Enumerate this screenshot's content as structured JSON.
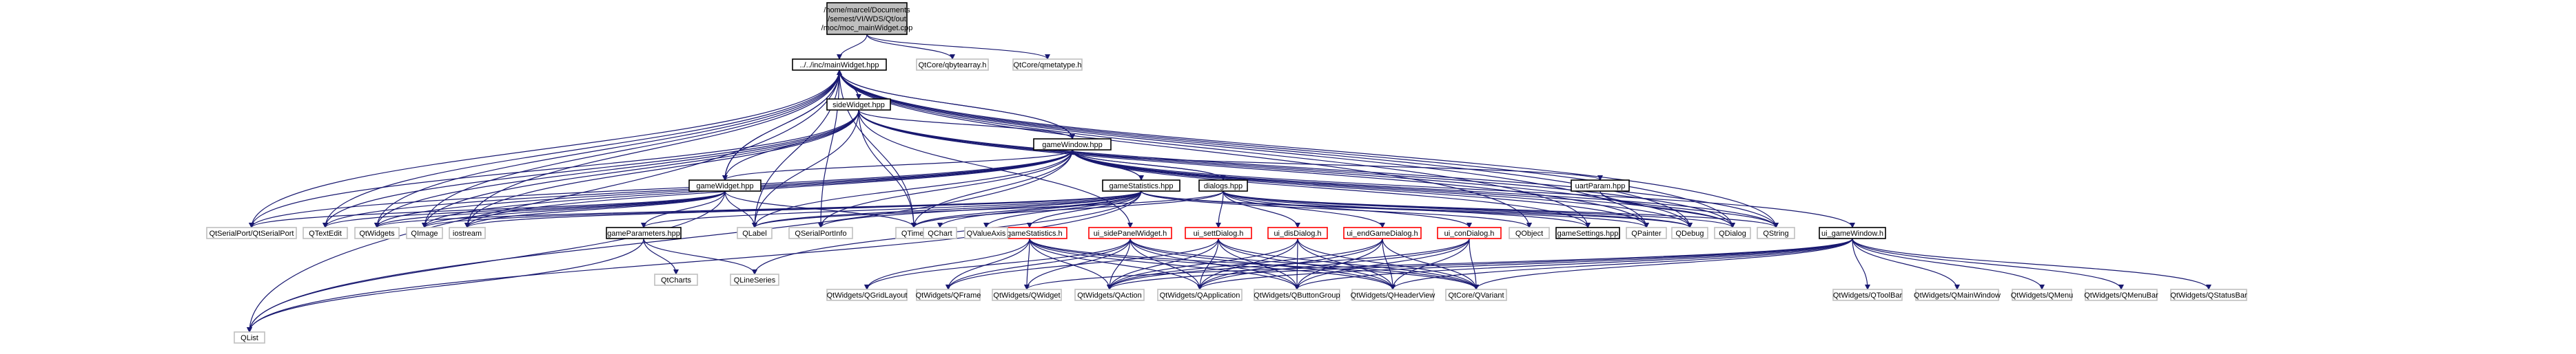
{
  "diagram": {
    "title": "/home/marcel/Documents/semest/VI/WDS/Qt/out/moc/moc_mainWidget.cpp",
    "colors": {
      "edge": "#191970",
      "root_fill": "#bfbfbf",
      "node_stroke_local": "#000000",
      "node_stroke_external": "#bfbfbf",
      "node_stroke_missing": "#ff0000",
      "text": "#000000"
    },
    "nodes": [
      {
        "id": "root",
        "lines": [
          "/home/marcel/Documents",
          "/semest/VI/WDS/Qt/out",
          "/moc/moc_mainWidget.cpp"
        ],
        "kind": "root"
      },
      {
        "id": "mainWidget",
        "lines": [
          "../../inc/mainWidget.hpp"
        ],
        "kind": "local"
      },
      {
        "id": "qbytearray",
        "lines": [
          "QtCore/qbytearray.h"
        ],
        "kind": "external"
      },
      {
        "id": "qmetatype",
        "lines": [
          "QtCore/qmetatype.h"
        ],
        "kind": "external"
      },
      {
        "id": "sideWidget",
        "lines": [
          "sideWidget.hpp"
        ],
        "kind": "local"
      },
      {
        "id": "gameWindow",
        "lines": [
          "gameWindow.hpp"
        ],
        "kind": "local"
      },
      {
        "id": "gameWidget",
        "lines": [
          "gameWidget.hpp"
        ],
        "kind": "local"
      },
      {
        "id": "gameStatistics",
        "lines": [
          "gameStatistics.hpp"
        ],
        "kind": "local"
      },
      {
        "id": "dialogs",
        "lines": [
          "dialogs.hpp"
        ],
        "kind": "local"
      },
      {
        "id": "uartParam",
        "lines": [
          "uartParam.hpp"
        ],
        "kind": "local"
      },
      {
        "id": "gameParameters",
        "lines": [
          "gameParameters.hpp"
        ],
        "kind": "local"
      },
      {
        "id": "gameSettings",
        "lines": [
          "gameSettings.hpp"
        ],
        "kind": "local"
      },
      {
        "id": "ui_gameWindow",
        "lines": [
          "ui_gameWindow.h"
        ],
        "kind": "local"
      },
      {
        "id": "ui_gameStatistics",
        "lines": [
          "ui_gameStatistics.h"
        ],
        "kind": "missing"
      },
      {
        "id": "ui_sidePanelWidget",
        "lines": [
          "ui_sidePanelWidget.h"
        ],
        "kind": "missing"
      },
      {
        "id": "ui_settDialog",
        "lines": [
          "ui_settDialog.h"
        ],
        "kind": "missing"
      },
      {
        "id": "ui_disDialog",
        "lines": [
          "ui_disDialog.h"
        ],
        "kind": "missing"
      },
      {
        "id": "ui_endGameDialog",
        "lines": [
          "ui_endGameDialog.h"
        ],
        "kind": "missing"
      },
      {
        "id": "ui_conDialog",
        "lines": [
          "ui_conDialog.h"
        ],
        "kind": "missing"
      },
      {
        "id": "QtSerialPort",
        "lines": [
          "QtSerialPort/QtSerialPort"
        ],
        "kind": "external"
      },
      {
        "id": "QTextEdit",
        "lines": [
          "QTextEdit"
        ],
        "kind": "external"
      },
      {
        "id": "QtWidgets",
        "lines": [
          "QtWidgets"
        ],
        "kind": "external"
      },
      {
        "id": "QImage",
        "lines": [
          "QImage"
        ],
        "kind": "external"
      },
      {
        "id": "iostream",
        "lines": [
          "iostream"
        ],
        "kind": "external"
      },
      {
        "id": "QLabel",
        "lines": [
          "QLabel"
        ],
        "kind": "external"
      },
      {
        "id": "QSerialPortInfo",
        "lines": [
          "QSerialPortInfo"
        ],
        "kind": "external"
      },
      {
        "id": "QTimer",
        "lines": [
          "QTimer"
        ],
        "kind": "external"
      },
      {
        "id": "QChart",
        "lines": [
          "QChart"
        ],
        "kind": "external"
      },
      {
        "id": "QValueAxis",
        "lines": [
          "QValueAxis"
        ],
        "kind": "external"
      },
      {
        "id": "QObject",
        "lines": [
          "QObject"
        ],
        "kind": "external"
      },
      {
        "id": "QPainter",
        "lines": [
          "QPainter"
        ],
        "kind": "external"
      },
      {
        "id": "QDebug",
        "lines": [
          "QDebug"
        ],
        "kind": "external"
      },
      {
        "id": "QDialog",
        "lines": [
          "QDialog"
        ],
        "kind": "external"
      },
      {
        "id": "QString",
        "lines": [
          "QString"
        ],
        "kind": "external"
      },
      {
        "id": "QList",
        "lines": [
          "QList"
        ],
        "kind": "external"
      },
      {
        "id": "QtCharts",
        "lines": [
          "QtCharts"
        ],
        "kind": "external"
      },
      {
        "id": "QLineSeries",
        "lines": [
          "QLineSeries"
        ],
        "kind": "external"
      },
      {
        "id": "QGridLayout",
        "lines": [
          "QtWidgets/QGridLayout"
        ],
        "kind": "external"
      },
      {
        "id": "QFrame",
        "lines": [
          "QtWidgets/QFrame"
        ],
        "kind": "external"
      },
      {
        "id": "QWidget",
        "lines": [
          "QtWidgets/QWidget"
        ],
        "kind": "external"
      },
      {
        "id": "QAction",
        "lines": [
          "QtWidgets/QAction"
        ],
        "kind": "external"
      },
      {
        "id": "QApplication",
        "lines": [
          "QtWidgets/QApplication"
        ],
        "kind": "external"
      },
      {
        "id": "QButtonGroup",
        "lines": [
          "QtWidgets/QButtonGroup"
        ],
        "kind": "external"
      },
      {
        "id": "QHeaderView",
        "lines": [
          "QtWidgets/QHeaderView"
        ],
        "kind": "external"
      },
      {
        "id": "QVariant",
        "lines": [
          "QtCore/QVariant"
        ],
        "kind": "external"
      },
      {
        "id": "QToolBar",
        "lines": [
          "QtWidgets/QToolBar"
        ],
        "kind": "external"
      },
      {
        "id": "QMainWindow",
        "lines": [
          "QtWidgets/QMainWindow"
        ],
        "kind": "external"
      },
      {
        "id": "QMenu",
        "lines": [
          "QtWidgets/QMenu"
        ],
        "kind": "external"
      },
      {
        "id": "QMenuBar",
        "lines": [
          "QtWidgets/QMenuBar"
        ],
        "kind": "external"
      },
      {
        "id": "QStatusBar",
        "lines": [
          "QtWidgets/QStatusBar"
        ],
        "kind": "external"
      }
    ],
    "edges": [
      [
        "root",
        "mainWidget"
      ],
      [
        "root",
        "qbytearray"
      ],
      [
        "root",
        "qmetatype"
      ],
      [
        "mainWidget",
        "sideWidget"
      ],
      [
        "mainWidget",
        "gameWindow"
      ],
      [
        "mainWidget",
        "gameWidget"
      ],
      [
        "mainWidget",
        "QtSerialPort"
      ],
      [
        "mainWidget",
        "QTextEdit"
      ],
      [
        "mainWidget",
        "QtWidgets"
      ],
      [
        "mainWidget",
        "QImage"
      ],
      [
        "mainWidget",
        "iostream"
      ],
      [
        "mainWidget",
        "QLabel"
      ],
      [
        "mainWidget",
        "QSerialPortInfo"
      ],
      [
        "mainWidget",
        "QTimer"
      ],
      [
        "mainWidget",
        "QObject"
      ],
      [
        "mainWidget",
        "QPainter"
      ],
      [
        "mainWidget",
        "QDebug"
      ],
      [
        "mainWidget",
        "QDialog"
      ],
      [
        "mainWidget",
        "QString"
      ],
      [
        "mainWidget",
        "QList"
      ],
      [
        "mainWidget",
        "gameSettings"
      ],
      [
        "sideWidget",
        "mainWidget"
      ],
      [
        "sideWidget",
        "gameWindow"
      ],
      [
        "sideWidget",
        "gameWidget"
      ],
      [
        "sideWidget",
        "QtSerialPort"
      ],
      [
        "sideWidget",
        "QTextEdit"
      ],
      [
        "sideWidget",
        "QtWidgets"
      ],
      [
        "sideWidget",
        "QImage"
      ],
      [
        "sideWidget",
        "iostream"
      ],
      [
        "sideWidget",
        "QLabel"
      ],
      [
        "sideWidget",
        "QTimer"
      ],
      [
        "sideWidget",
        "ui_sidePanelWidget"
      ],
      [
        "sideWidget",
        "QDebug"
      ],
      [
        "sideWidget",
        "QString"
      ],
      [
        "sideWidget",
        "QPainter"
      ],
      [
        "sideWidget",
        "QDialog"
      ],
      [
        "gameWindow",
        "mainWidget"
      ],
      [
        "gameWindow",
        "gameWidget"
      ],
      [
        "gameWindow",
        "gameStatistics"
      ],
      [
        "gameWindow",
        "dialogs"
      ],
      [
        "gameWindow",
        "uartParam"
      ],
      [
        "gameWindow",
        "ui_gameWindow"
      ],
      [
        "gameWindow",
        "QtSerialPort"
      ],
      [
        "gameWindow",
        "QTextEdit"
      ],
      [
        "gameWindow",
        "QtWidgets"
      ],
      [
        "gameWindow",
        "QImage"
      ],
      [
        "gameWindow",
        "iostream"
      ],
      [
        "gameWindow",
        "QLabel"
      ],
      [
        "gameWindow",
        "QSerialPortInfo"
      ],
      [
        "gameWindow",
        "QTimer"
      ],
      [
        "gameWindow",
        "QDebug"
      ],
      [
        "gameWindow",
        "QDialog"
      ],
      [
        "gameWindow",
        "QString"
      ],
      [
        "gameWindow",
        "QPainter"
      ],
      [
        "gameWindow",
        "QList"
      ],
      [
        "gameWindow",
        "gameSettings"
      ],
      [
        "gameWidget",
        "mainWidget"
      ],
      [
        "gameWidget",
        "gameParameters"
      ],
      [
        "gameWidget",
        "QtSerialPort"
      ],
      [
        "gameWidget",
        "QTextEdit"
      ],
      [
        "gameWidget",
        "QtWidgets"
      ],
      [
        "gameWidget",
        "QImage"
      ],
      [
        "gameWidget",
        "iostream"
      ],
      [
        "gameWidget",
        "QLabel"
      ],
      [
        "gameWidget",
        "QTimer"
      ],
      [
        "gameWidget",
        "QList"
      ],
      [
        "gameStatistics",
        "gameWindow"
      ],
      [
        "gameStatistics",
        "gameParameters"
      ],
      [
        "gameStatistics",
        "ui_gameStatistics"
      ],
      [
        "gameStatistics",
        "QChart"
      ],
      [
        "gameStatistics",
        "QValueAxis"
      ],
      [
        "gameStatistics",
        "QLineSeries"
      ],
      [
        "gameStatistics",
        "QtWidgets"
      ],
      [
        "gameStatistics",
        "QImage"
      ],
      [
        "gameStatistics",
        "iostream"
      ],
      [
        "gameStatistics",
        "QLabel"
      ],
      [
        "gameStatistics",
        "QTimer"
      ],
      [
        "gameStatistics",
        "QSerialPortInfo"
      ],
      [
        "gameStatistics",
        "QDebug"
      ],
      [
        "gameStatistics",
        "QPainter"
      ],
      [
        "gameStatistics",
        "QObject"
      ],
      [
        "gameStatistics",
        "QList"
      ],
      [
        "dialogs",
        "gameWindow"
      ],
      [
        "dialogs",
        "ui_settDialog"
      ],
      [
        "dialogs",
        "ui_disDialog"
      ],
      [
        "dialogs",
        "ui_endGameDialog"
      ],
      [
        "dialogs",
        "ui_conDialog"
      ],
      [
        "dialogs",
        "QDialog"
      ],
      [
        "dialogs",
        "QDebug"
      ],
      [
        "dialogs",
        "QString"
      ],
      [
        "dialogs",
        "gameSettings"
      ],
      [
        "dialogs",
        "QLabel"
      ],
      [
        "dialogs",
        "QTimer"
      ],
      [
        "uartParam",
        "QDialog"
      ],
      [
        "uartParam",
        "QString"
      ],
      [
        "gameParameters",
        "QtCharts"
      ],
      [
        "gameParameters",
        "QLineSeries"
      ],
      [
        "gameParameters",
        "QList"
      ],
      [
        "ui_gameWindow",
        "QAction"
      ],
      [
        "ui_gameWindow",
        "QApplication"
      ],
      [
        "ui_gameWindow",
        "QButtonGroup"
      ],
      [
        "ui_gameWindow",
        "QHeaderView"
      ],
      [
        "ui_gameWindow",
        "QVariant"
      ],
      [
        "ui_gameWindow",
        "QToolBar"
      ],
      [
        "ui_gameWindow",
        "QMainWindow"
      ],
      [
        "ui_gameWindow",
        "QMenu"
      ],
      [
        "ui_gameWindow",
        "QMenuBar"
      ],
      [
        "ui_gameWindow",
        "QStatusBar"
      ],
      [
        "ui_gameWindow",
        "QWidget"
      ],
      [
        "ui_gameStatistics",
        "QGridLayout"
      ],
      [
        "ui_gameStatistics",
        "QFrame"
      ],
      [
        "ui_gameStatistics",
        "QWidget"
      ],
      [
        "ui_gameStatistics",
        "QAction"
      ],
      [
        "ui_gameStatistics",
        "QApplication"
      ],
      [
        "ui_gameStatistics",
        "QButtonGroup"
      ],
      [
        "ui_gameStatistics",
        "QHeaderView"
      ],
      [
        "ui_gameStatistics",
        "QVariant"
      ],
      [
        "ui_sidePanelWidget",
        "QGridLayout"
      ],
      [
        "ui_sidePanelWidget",
        "QFrame"
      ],
      [
        "ui_sidePanelWidget",
        "QWidget"
      ],
      [
        "ui_sidePanelWidget",
        "QAction"
      ],
      [
        "ui_sidePanelWidget",
        "QApplication"
      ],
      [
        "ui_sidePanelWidget",
        "QButtonGroup"
      ],
      [
        "ui_sidePanelWidget",
        "QHeaderView"
      ],
      [
        "ui_sidePanelWidget",
        "QVariant"
      ],
      [
        "ui_settDialog",
        "QAction"
      ],
      [
        "ui_settDialog",
        "QApplication"
      ],
      [
        "ui_settDialog",
        "QButtonGroup"
      ],
      [
        "ui_settDialog",
        "QHeaderView"
      ],
      [
        "ui_settDialog",
        "QVariant"
      ],
      [
        "ui_settDialog",
        "QFrame"
      ],
      [
        "ui_disDialog",
        "QAction"
      ],
      [
        "ui_disDialog",
        "QApplication"
      ],
      [
        "ui_disDialog",
        "QButtonGroup"
      ],
      [
        "ui_disDialog",
        "QHeaderView"
      ],
      [
        "ui_disDialog",
        "QVariant"
      ],
      [
        "ui_endGameDialog",
        "QAction"
      ],
      [
        "ui_endGameDialog",
        "QApplication"
      ],
      [
        "ui_endGameDialog",
        "QButtonGroup"
      ],
      [
        "ui_endGameDialog",
        "QHeaderView"
      ],
      [
        "ui_endGameDialog",
        "QVariant"
      ],
      [
        "ui_conDialog",
        "QAction"
      ],
      [
        "ui_conDialog",
        "QApplication"
      ],
      [
        "ui_conDialog",
        "QButtonGroup"
      ],
      [
        "ui_conDialog",
        "QHeaderView"
      ],
      [
        "ui_conDialog",
        "QVariant"
      ]
    ]
  }
}
